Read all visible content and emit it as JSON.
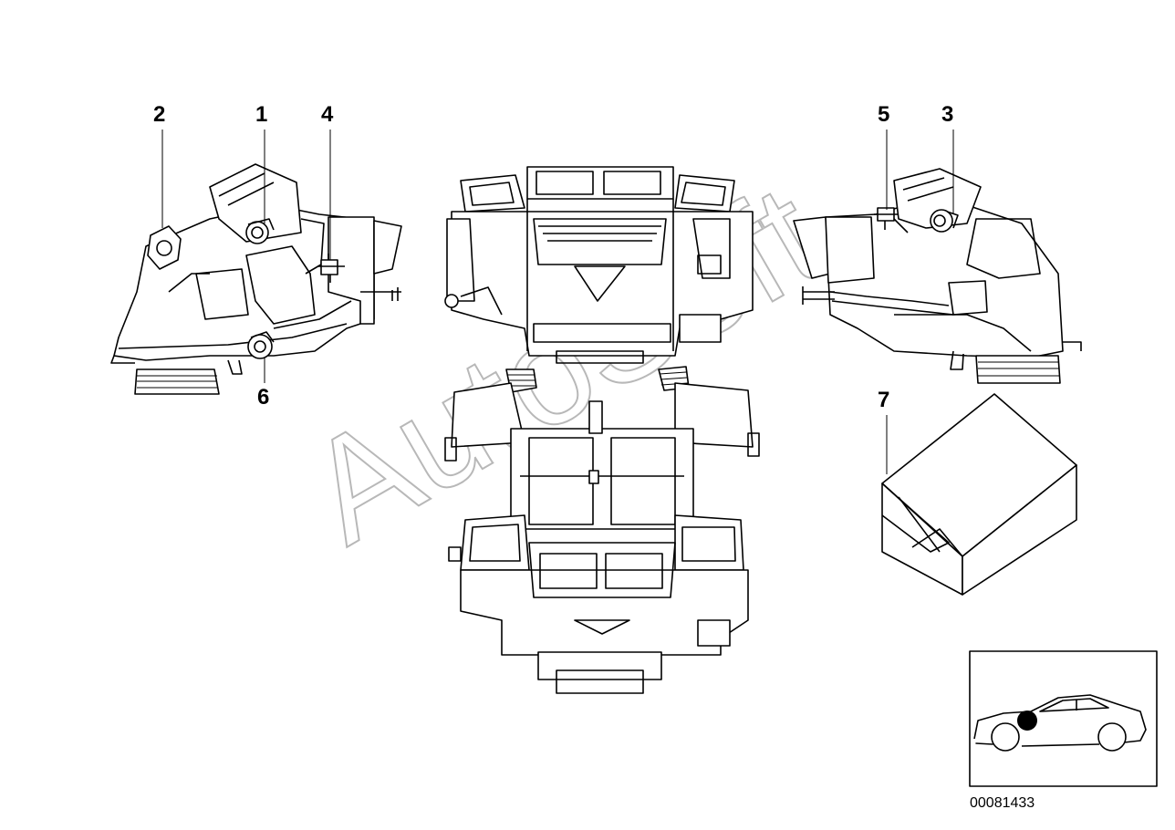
{
  "callouts": {
    "c1": "1",
    "c2": "2",
    "c3": "3",
    "c4": "4",
    "c5": "5",
    "c6": "6",
    "c7": "7"
  },
  "watermark": "AutoSoft",
  "inset": {
    "part_number": "00081433"
  },
  "icons": {
    "car": "car-silhouette-icon",
    "locator": "location-dot-icon"
  },
  "colors": {
    "line": "#000000",
    "watermark": "#b8b8b8",
    "background": "#ffffff"
  }
}
